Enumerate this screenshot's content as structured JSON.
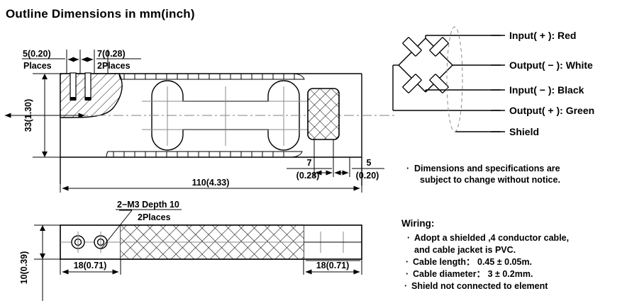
{
  "page": {
    "title": "Outline Dimensions in mm(inch)",
    "background": "#ffffff",
    "ink": "#000000",
    "centerline_color": "#808080"
  },
  "top_view": {
    "name": "load-cell-top-view",
    "dimensions": {
      "hole_spacing_left": "5(0.20)",
      "hole_spacing_left_note": "Places",
      "hole_spacing_right": "7(0.28)",
      "hole_spacing_right_note": "2Places",
      "height": "33(1.30)",
      "overall_length": "110(4.33)",
      "cable_offset_value": "7",
      "cable_offset_paren": "(0.28)",
      "end_offset_value": "5",
      "end_offset_paren": "(0.20)"
    }
  },
  "side_view": {
    "name": "load-cell-side-view",
    "dimensions": {
      "thread_callout": "2−M3 Depth 10",
      "thread_places": "2Places",
      "left_span": "18(0.71)",
      "right_span": "18(0.71)",
      "thickness": "10(0.39)"
    }
  },
  "wiring_diagram": {
    "name": "wheatstone-bridge-diagram",
    "leads": [
      {
        "label": "Input( + ): Red",
        "color_name": "Red",
        "color": "#d0021b"
      },
      {
        "label": "Output( − ): White",
        "color_name": "White",
        "color": "#ffffff"
      },
      {
        "label": "Input( − ): Black",
        "color_name": "Black",
        "color": "#000000"
      },
      {
        "label": "Output( + ): Green",
        "color_name": "Green",
        "color": "#2e7d32"
      },
      {
        "label": "Shield",
        "color_name": "Shield",
        "color": "#9e9e9e"
      }
    ]
  },
  "notes": {
    "disclaimer": [
      "Dimensions and specifications are",
      "subject to change without notice."
    ],
    "wiring_heading": "Wiring:",
    "wiring_items": [
      "Adopt a shielded ,4 conductor cable,",
      "and cable jacket is PVC.",
      "Cable length： 0.45 ± 0.05m.",
      "Cable diameter： 3 ± 0.2mm.",
      "Shield not connected to element"
    ],
    "bullet": "·"
  }
}
